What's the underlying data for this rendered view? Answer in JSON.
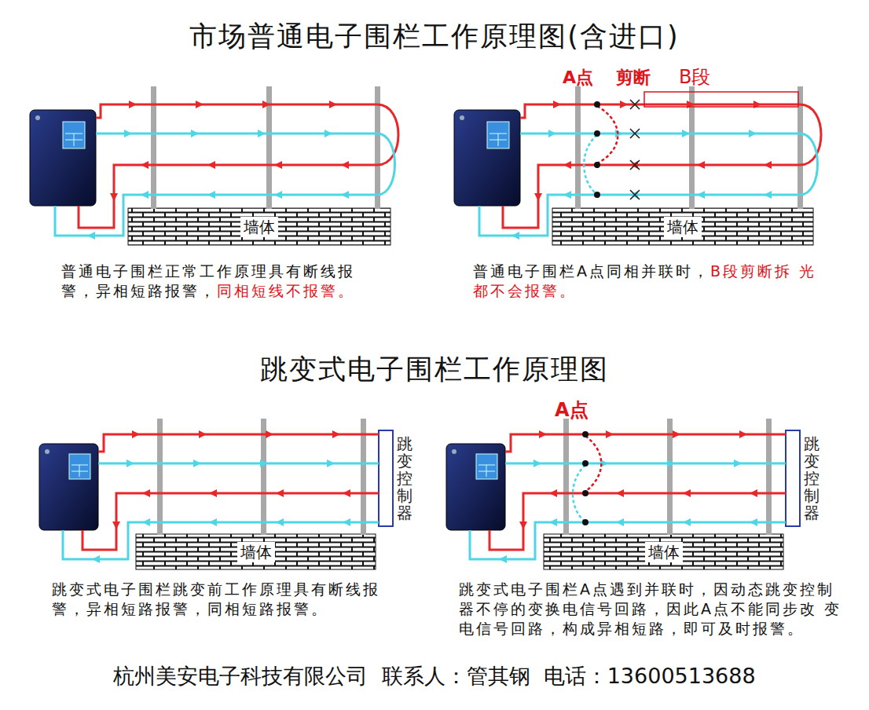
{
  "diagram": {
    "title": "市场普通电子围栏工作原理图(含进口)",
    "caption": "杭州美安电子科技有限公司  联系人：管其钢  电话：13600513688",
    "nodes": [
      {
        "text": [
          "墙体"
        ]
      },
      {
        "text": [
          "墙体"
        ]
      },
      {
        "text": [
          "墙体"
        ]
      },
      {
        "text": [
          "跳变控制器"
        ]
      },
      {
        "text": [
          "墙体"
        ]
      },
      {
        "text": [
          "跳变控制器"
        ]
      }
    ],
    "labels": [
      "A点",
      "剪断",
      "B段",
      "普通电子围栏正常工作原理具有断线报 警，异相短路报警，",
      "同相短线不报警。",
      "普通电子围栏A点同相并联时，",
      "B段剪断拆 光都不会报警。",
      "跳变式电子围栏工作原理图",
      "A点",
      "跳变式电子围栏跳变前工作原理具有断线报 警，异相短路报警，同相短路报警。",
      "跳变式电子围栏A点遇到并联时，因动态跳变控制 器不停的变换电信号回路，因此A点不能同步改 变电信号回路，构成异相短路，即可及时报警。"
    ]
  }
}
